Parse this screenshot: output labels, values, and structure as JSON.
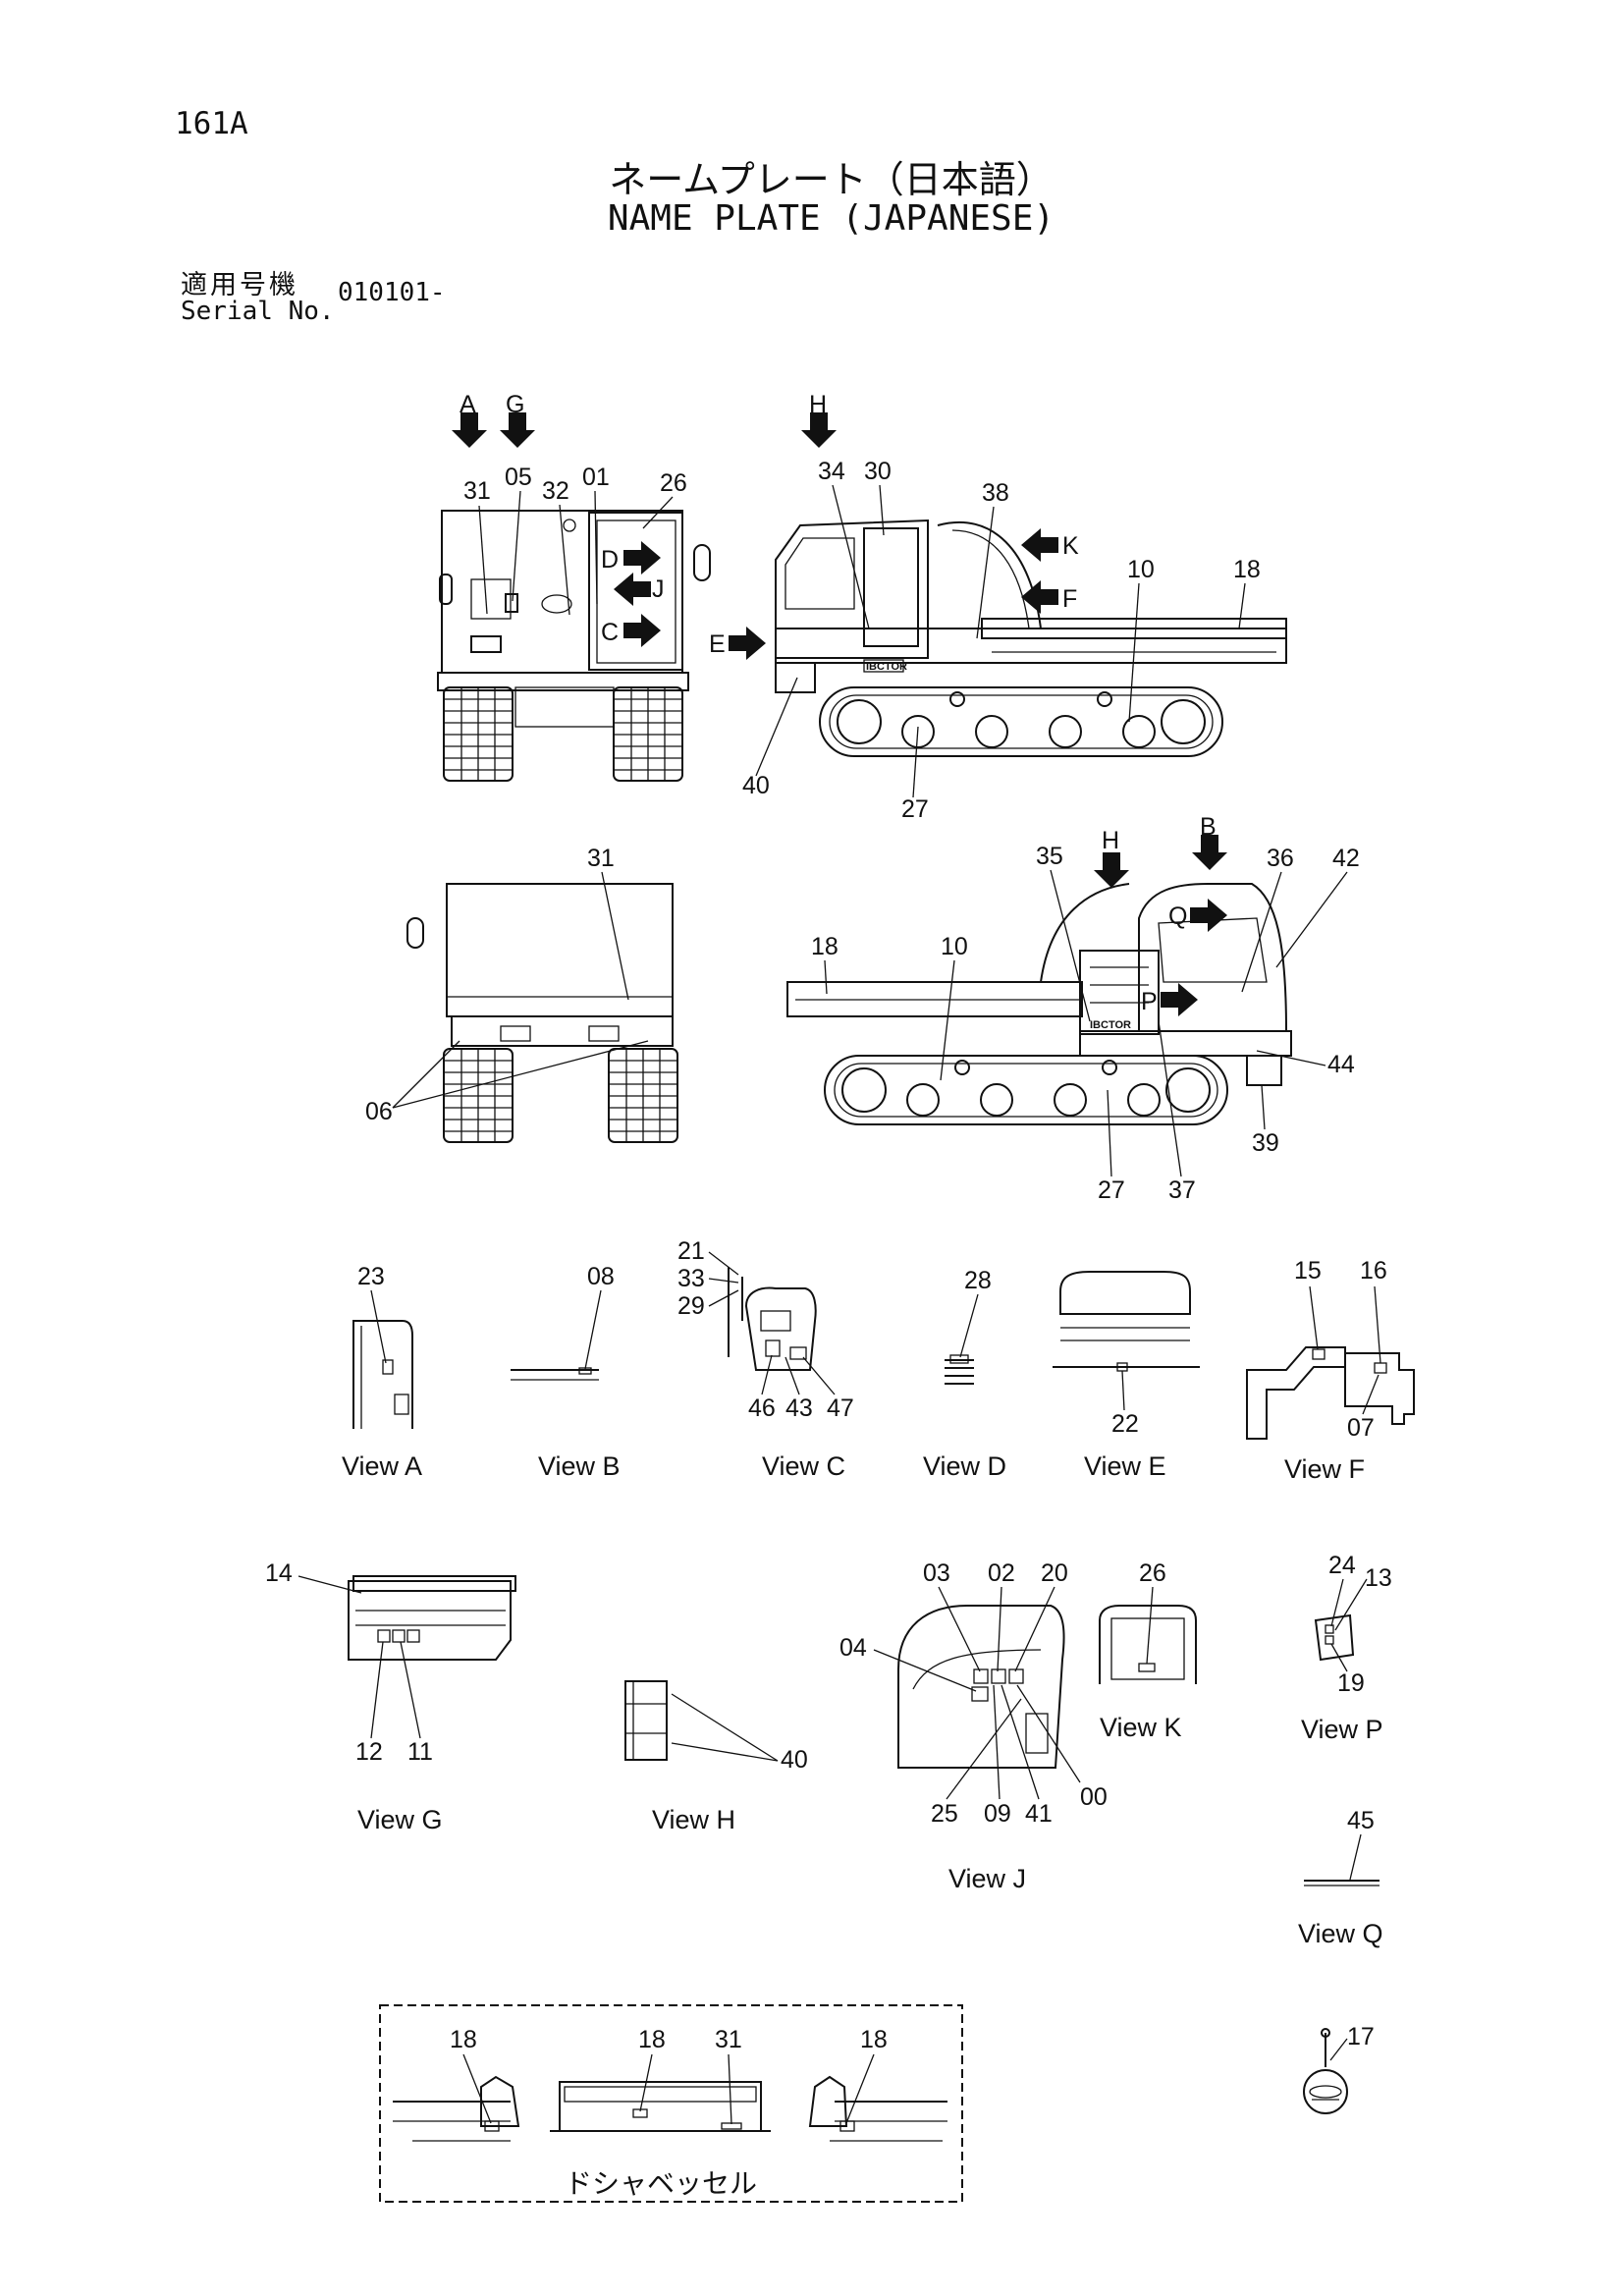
{
  "header": {
    "page_number": "161A",
    "title_japanese": "ネームプレート（日本語）",
    "title_english": "NAME PLATE (JAPANESE)",
    "serial_label_japanese": "適用号機",
    "serial_label_english": "Serial No.",
    "serial_value": "010101-"
  },
  "arrows": [
    "A",
    "G",
    "H",
    "D",
    "J",
    "C",
    "E",
    "K",
    "F",
    "B",
    "Q",
    "P"
  ],
  "callouts": {
    "front_view": [
      "31",
      "05",
      "32",
      "01",
      "26"
    ],
    "left_side": [
      "34",
      "30",
      "38",
      "10",
      "18",
      "40",
      "27"
    ],
    "rear_view": [
      "31",
      "06"
    ],
    "right_side": [
      "35",
      "36",
      "42",
      "18",
      "10",
      "44",
      "39",
      "27",
      "37"
    ],
    "view_a": [
      "23"
    ],
    "view_b": [
      "08"
    ],
    "view_c": [
      "21",
      "33",
      "29",
      "46",
      "43",
      "47"
    ],
    "view_d": [
      "28"
    ],
    "view_e": [
      "22"
    ],
    "view_f": [
      "15",
      "16",
      "07"
    ],
    "view_g": [
      "14",
      "12",
      "11"
    ],
    "view_h": [
      "40"
    ],
    "view_j": [
      "03",
      "02",
      "20",
      "04",
      "25",
      "09",
      "41",
      "00"
    ],
    "view_k": [
      "26"
    ],
    "view_p": [
      "24",
      "13",
      "19"
    ],
    "view_q": [
      "45"
    ],
    "dump_bed": [
      "18",
      "18",
      "31",
      "18"
    ],
    "emblem": [
      "17"
    ]
  },
  "views": {
    "a": "View A",
    "b": "View B",
    "c": "View C",
    "d": "View D",
    "e": "View E",
    "f": "View F",
    "g": "View G",
    "h": "View H",
    "j": "View J",
    "k": "View K",
    "p": "View P",
    "q": "View Q"
  },
  "dump_bed_caption": "ドシャベッセル",
  "decals": {
    "left_side": "IBCTOR",
    "right_side": "IBCTOR"
  }
}
